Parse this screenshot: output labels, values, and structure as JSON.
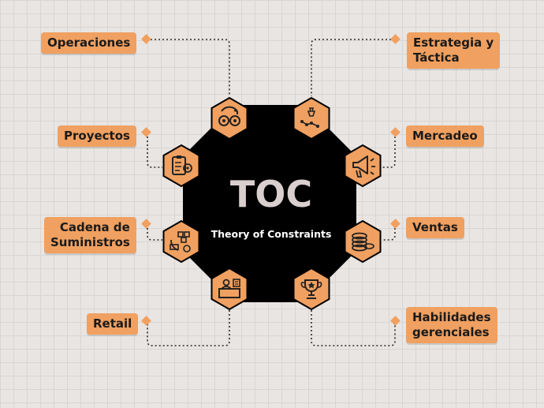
{
  "center": {
    "title": "TOC",
    "subtitle": "Theory of Constraints"
  },
  "colors": {
    "accent": "#f0a060",
    "octagon": "#000000",
    "background": "#e8e5e3"
  },
  "nodes": [
    {
      "id": "operaciones",
      "label": "Operaciones",
      "icon": "gears-cycle-icon"
    },
    {
      "id": "proyectos",
      "label": "Proyectos",
      "icon": "clipboard-target-icon"
    },
    {
      "id": "cadena",
      "label": "Cadena de\nSuministros",
      "icon": "supply-chain-icon"
    },
    {
      "id": "retail",
      "label": "Retail",
      "icon": "store-counter-icon"
    },
    {
      "id": "estrategia",
      "label": "Estrategia y\nTáctica",
      "icon": "chess-strategy-icon"
    },
    {
      "id": "mercadeo",
      "label": "Mercadeo",
      "icon": "megaphone-icon"
    },
    {
      "id": "ventas",
      "label": "Ventas",
      "icon": "coins-icon"
    },
    {
      "id": "habilidades",
      "label": "Habilidades\ngerenciales",
      "icon": "trophy-icon"
    }
  ]
}
